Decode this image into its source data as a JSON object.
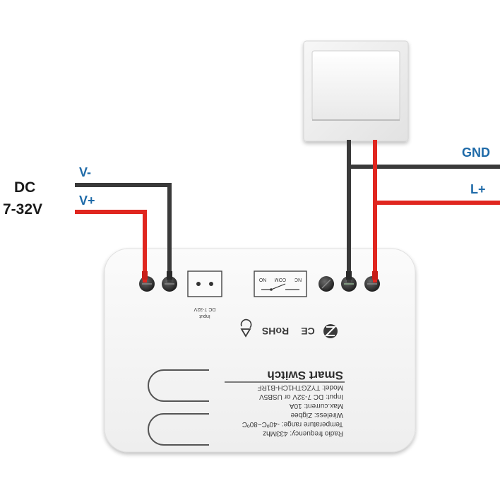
{
  "labels": {
    "dc_line1": "DC",
    "dc_line2": "7-32V",
    "v_minus": "V-",
    "v_plus": "V+",
    "gnd": "GND",
    "l_plus": "L+"
  },
  "device": {
    "title": "Smart Switch",
    "specs": [
      "Model: TYZGTH1CH-B1RF",
      "Input: DC 7-32V or USB5V",
      "Max.current: 10A",
      "Wireless: Zigbee",
      "Temperature range: -40ºC~80ºC",
      "Radio frequency: 433Mhz"
    ],
    "input_label_1": "Input",
    "input_label_2": "DC 7-32V",
    "relay_nc": "NC",
    "relay_com": "COM",
    "relay_no": "NO",
    "cert_rohs": "RoHS",
    "cert_ce": "CE"
  },
  "colors": {
    "wire_black": "#3a3a3a",
    "wire_red": "#e0261f",
    "label_blue": "#1e6aa8",
    "device_body": "#f4f4f4"
  },
  "icons": {
    "zigbee": "zigbee-icon",
    "recycle": "recycle-icon",
    "wall_switch": "wall-switch-icon"
  }
}
